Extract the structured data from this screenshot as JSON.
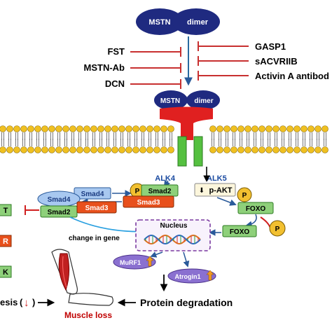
{
  "colors": {
    "mstn_oval": "#1f2a80",
    "membrane_head": "#f0c020",
    "receptor_red": "#e02020",
    "alk_green": "#55c040",
    "smad_blue": "#a8c8f0",
    "smad_green": "#8ed07a",
    "smad_orange": "#e8501c",
    "phospho_yellow": "#f2c030",
    "nucleus_border": "#7a3aa0",
    "inhibitor_red": "#d02020",
    "muscle_loss_red": "#c00000"
  },
  "labels": {
    "mstn_top": "MSTN",
    "dimer_top": "dimer",
    "mstn_receptor": "MSTN",
    "dimer_receptor": "dimer",
    "fst": "FST",
    "mstn_ab": "MSTN-Ab",
    "dcn": "DCN",
    "gasp1": "GASP1",
    "sacvriib": "sACVRIIB",
    "activin": "Activin A antibod",
    "alk4": "ALK4",
    "alk5": "ALK5",
    "smad4_top": "Smad4",
    "smad2_top": "Smad2",
    "smad3_top": "Smad3",
    "p_smad": "P",
    "smad4_left": "Smad4",
    "smad2_left": "Smad2",
    "smad3_left": "Smad3",
    "p_akt": "p-AKT",
    "p_akt_arrow": "⬇",
    "p_akt_badge": "P",
    "foxo_top": "FOXO",
    "foxo_nuc": "FOXO",
    "p_foxo": "P",
    "nucleus": "Nucleus",
    "change_gene": "change  in gene",
    "murf1": "MuRF1",
    "atrogin1": "Atrogin1",
    "left_box1": "T",
    "left_box2": "R",
    "left_box3": "K",
    "synthesis": "esis",
    "synthesis_arrow": "↓",
    "muscle_loss": "Muscle loss",
    "protein_degradation": "Protein degradation"
  }
}
